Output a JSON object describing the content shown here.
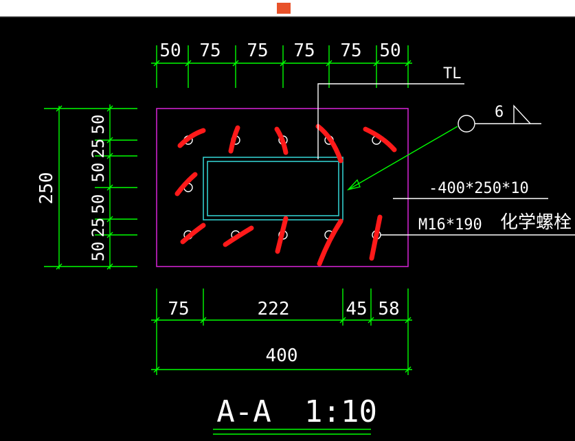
{
  "top_dimensions": [
    "50",
    "75",
    "75",
    "75",
    "75",
    "50"
  ],
  "left_dimensions": [
    "50",
    "25",
    "50",
    "50",
    "25",
    "50"
  ],
  "overall_height": "250",
  "bottom_dimensions": [
    "75",
    "222",
    "45",
    "58"
  ],
  "overall_width": "400",
  "labels": {
    "tl": "TL",
    "weld_size": "6",
    "plate_spec": "-400*250*10",
    "bolt_spec": "M16*190",
    "bolt_type": "化学螺栓"
  },
  "section": {
    "title": "A-A",
    "scale": "1:10"
  },
  "colors": {
    "background": "#000000",
    "dimension": "#00ff00",
    "plate": "#cc22cc",
    "tube": "#33cccc",
    "markup": "#ff1a1a",
    "text": "#ffffff"
  }
}
